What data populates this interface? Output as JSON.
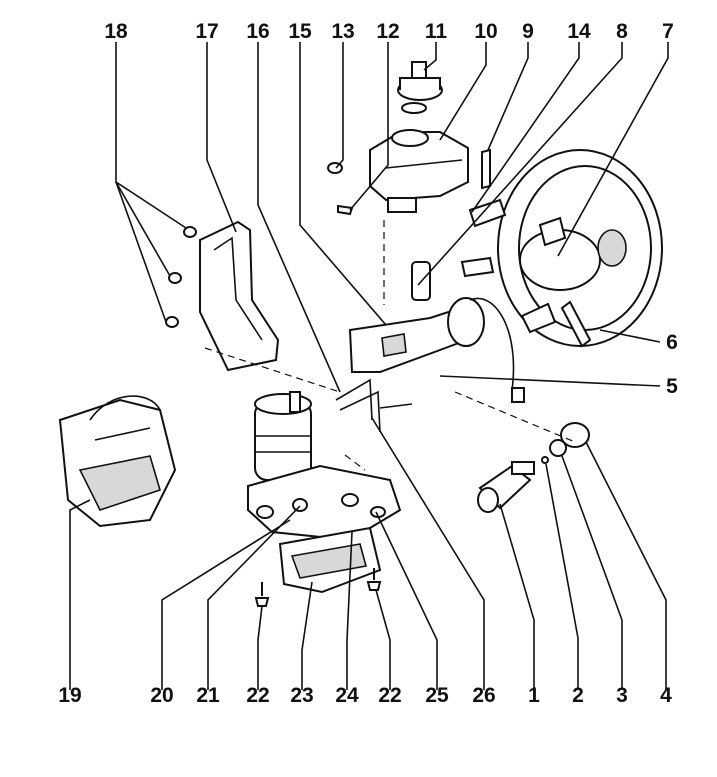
{
  "labels": {
    "l18": "18",
    "l17": "17",
    "l16": "16",
    "l15": "15",
    "l13": "13",
    "l12": "12",
    "l11": "11",
    "l10": "10",
    "l9": "9",
    "l14": "14",
    "l8": "8",
    "l7": "7",
    "l6": "6",
    "l5": "5",
    "l4": "4",
    "l3": "3",
    "l2": "2",
    "l1": "1",
    "l26": "26",
    "l25": "25",
    "l22a": "22",
    "l24": "24",
    "l23": "23",
    "l22b": "22",
    "l21": "21",
    "l20": "20",
    "l19": "19"
  }
}
